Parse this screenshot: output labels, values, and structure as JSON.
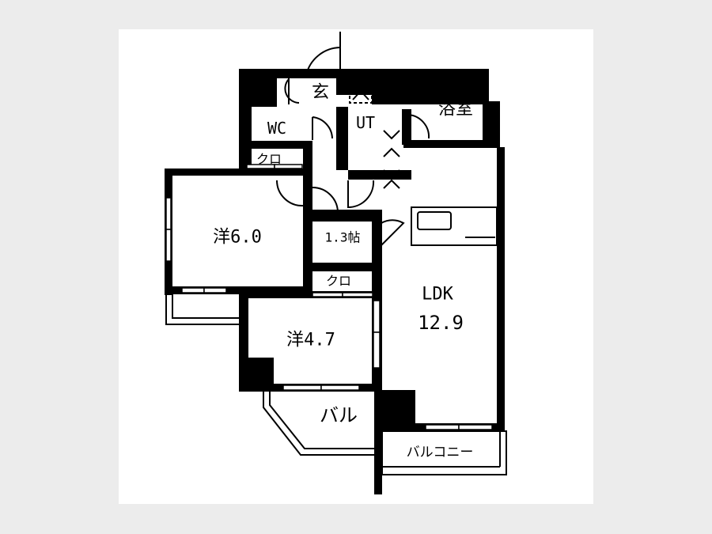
{
  "floorplan": {
    "rooms": {
      "entrance": "玄",
      "wc": "WC",
      "utility": "UT",
      "bath": "浴室",
      "closet_1": "クロ",
      "western_room_1": "洋6.0",
      "storage": "1.3帖",
      "closet_2": "クロ",
      "western_room_2": "洋4.7",
      "ldk_label": "LDK",
      "ldk_size": "12.9",
      "balcony_small": "バル",
      "balcony": "バルコニー"
    },
    "colors": {
      "wall": "#000000",
      "floor": "#ffffff",
      "background": "#ececec"
    }
  }
}
